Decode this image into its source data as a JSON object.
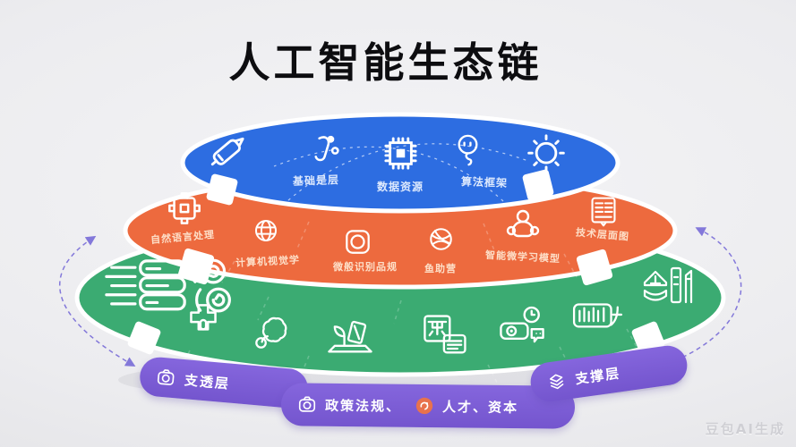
{
  "title": "人工智能生态链",
  "watermark": "豆包AI生成",
  "colors": {
    "blue_layer": "#2d6de1",
    "orange_layer": "#ed6a3e",
    "green_layer": "#3bab72",
    "purple_pill": "#7c5dd4",
    "arrow": "#7164d6",
    "background": "#ececef",
    "title_color": "#0d0d10"
  },
  "blue_layer": {
    "icons": [
      "pen-icon",
      "hook-icon",
      "chip-icon",
      "balloon-face-icon",
      "sun-icon"
    ],
    "labels": {
      "infra": "基础是层",
      "data": "数据资源",
      "framework": "算法框架"
    }
  },
  "orange_layer": {
    "icons": [
      "puzzle-icon",
      "globe-icon",
      "lens-icon",
      "sphere-icon",
      "figure-icon",
      "document-icon"
    ],
    "labels": {
      "nlp": "自然语言处理",
      "cv": "计算机视觉学",
      "recog": "微般识别品规",
      "sport": "鱼助营",
      "model": "智能微学习模型",
      "tech": "技术层面图"
    }
  },
  "green_layer": {
    "icons": [
      "stack-sync-icon",
      "cross-icon",
      "swirl-icon",
      "laptop-plant-icon",
      "medical-icon",
      "camera-device-icon",
      "equalizer-icon",
      "city-icon"
    ]
  },
  "pills": {
    "left": {
      "icon": "camera-icon",
      "label": "支透层"
    },
    "center": {
      "icon1": "camera-icon",
      "label1": "政策法规、",
      "icon2": "orange-dot-icon",
      "label2": "人才、资本"
    },
    "right": {
      "icon": "sheets-icon",
      "label": "支撑层"
    }
  }
}
